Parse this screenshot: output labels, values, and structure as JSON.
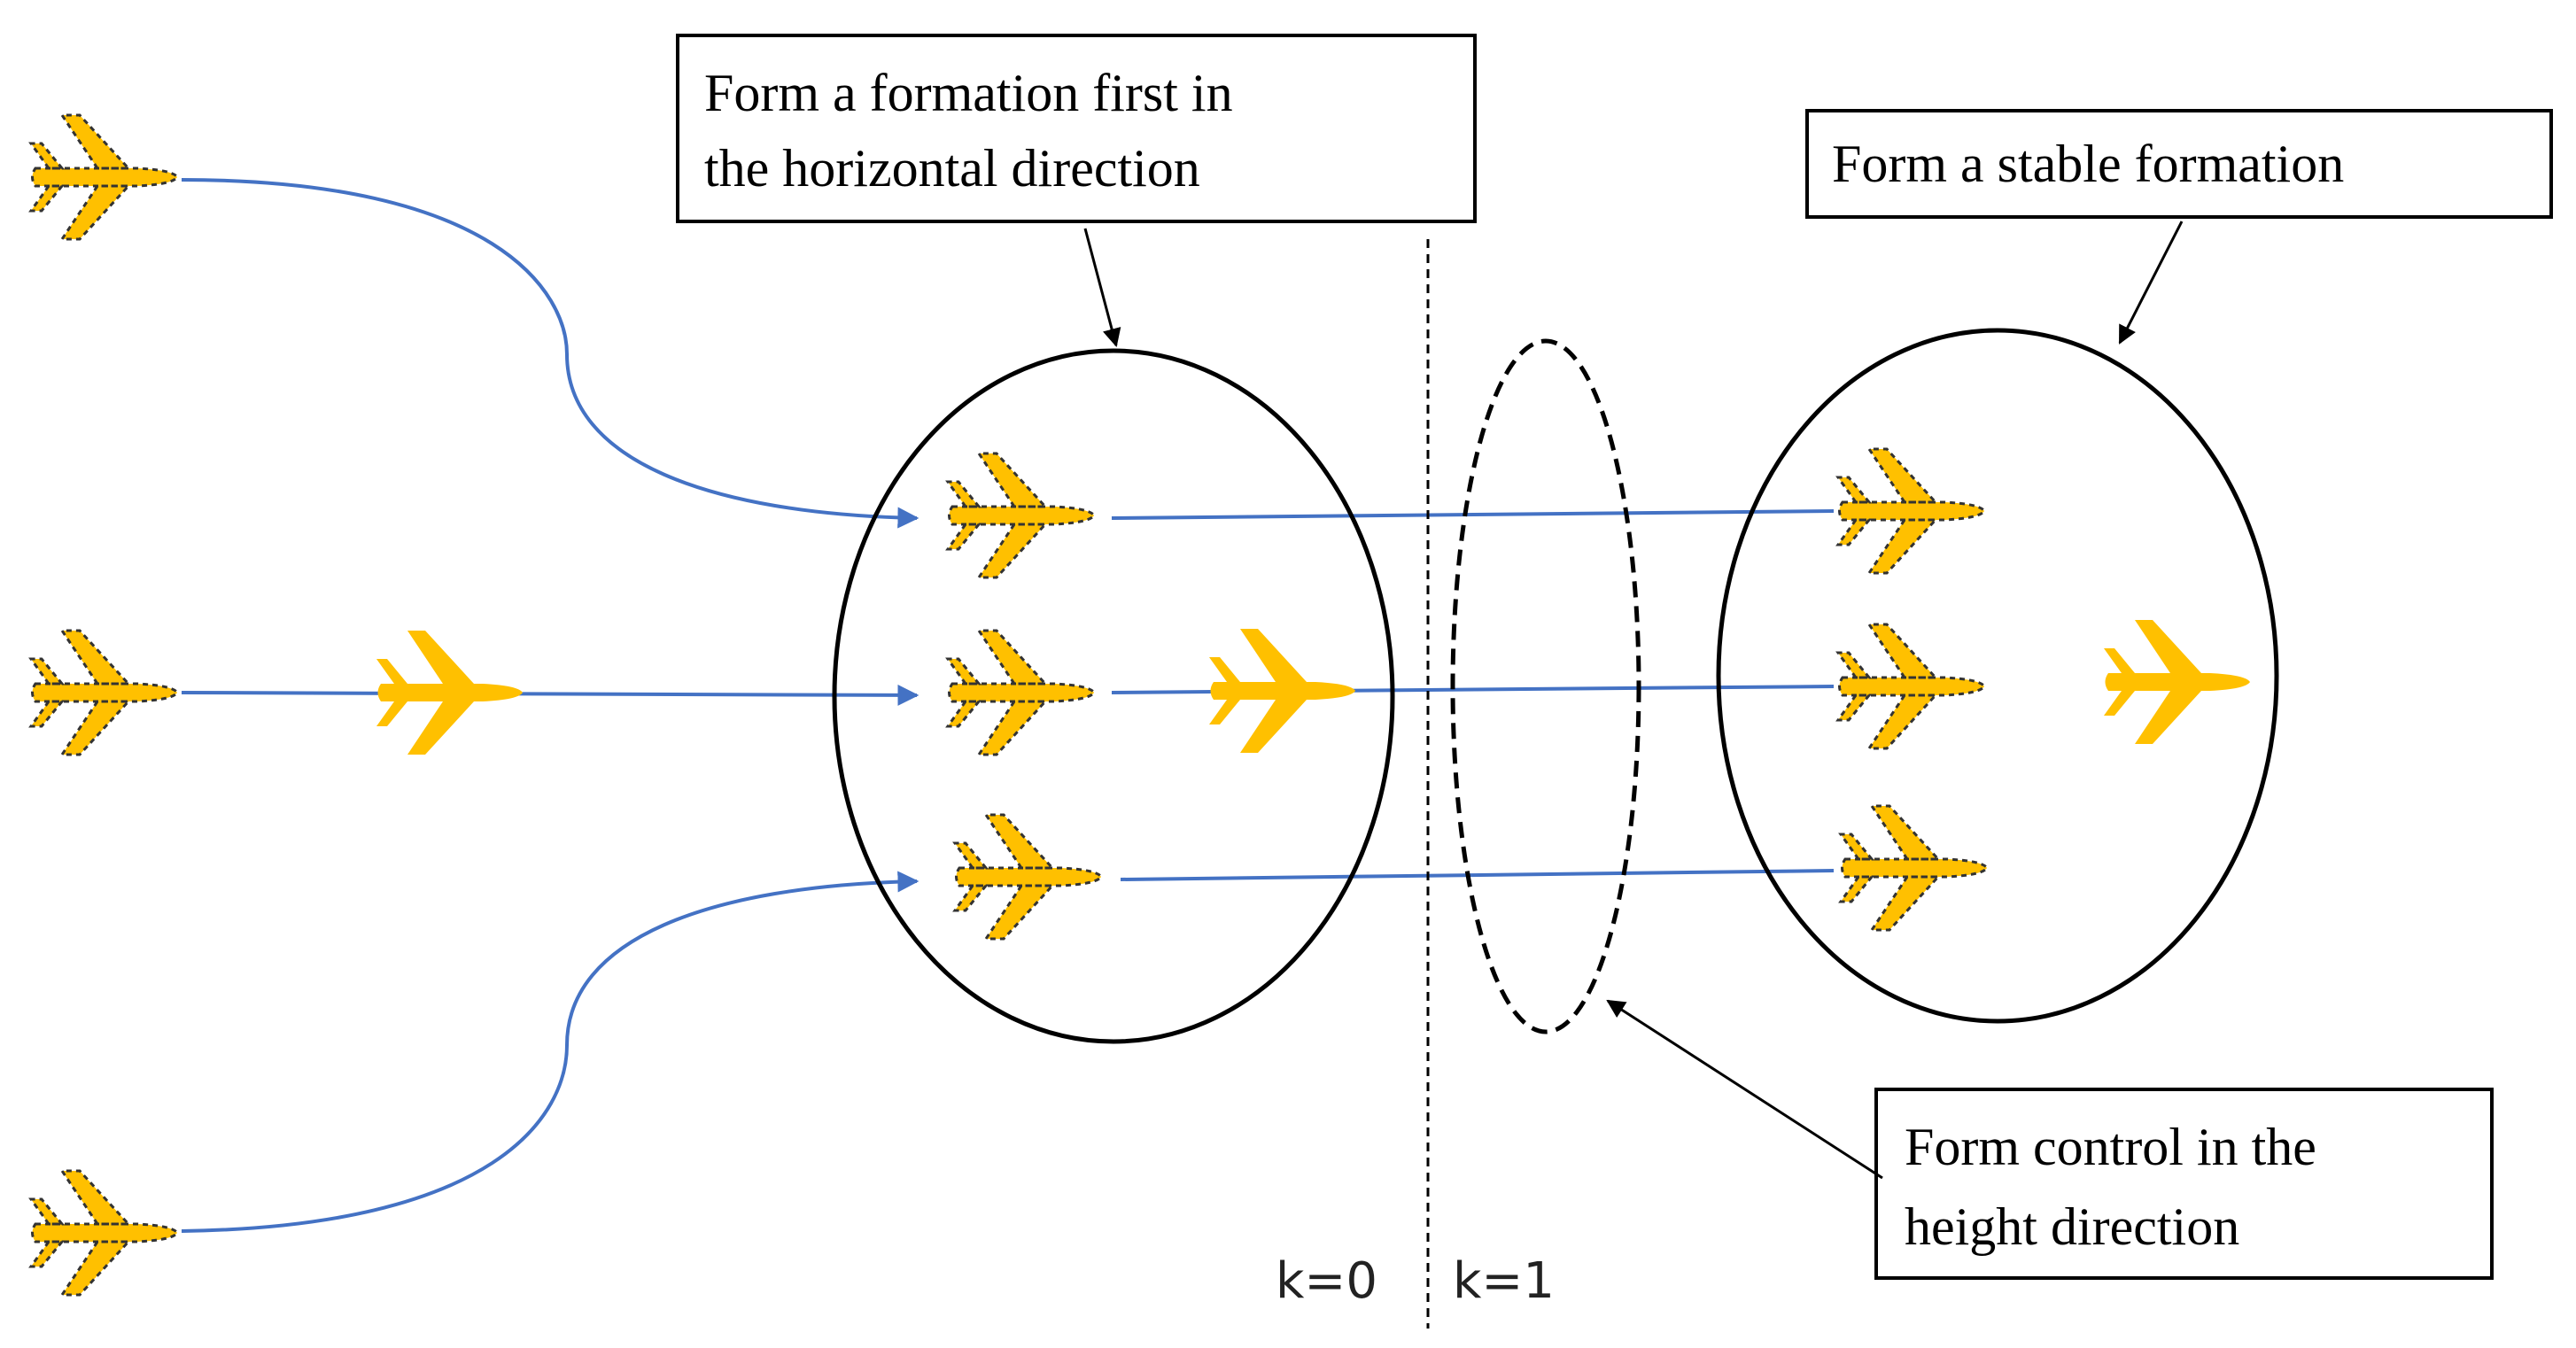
{
  "labels": {
    "horizontal_line1": "Form a formation first in",
    "horizontal_line2": "the horizontal direction",
    "stable": "Form a stable formation",
    "height_line1": "Form control in the",
    "height_line2": "height direction",
    "k0": "k=0",
    "k1": "k=1"
  },
  "colors": {
    "plane": "#FFC000",
    "path": "#4472C4",
    "outline": "#000000"
  },
  "icons": {
    "plane": "airplane-icon"
  }
}
